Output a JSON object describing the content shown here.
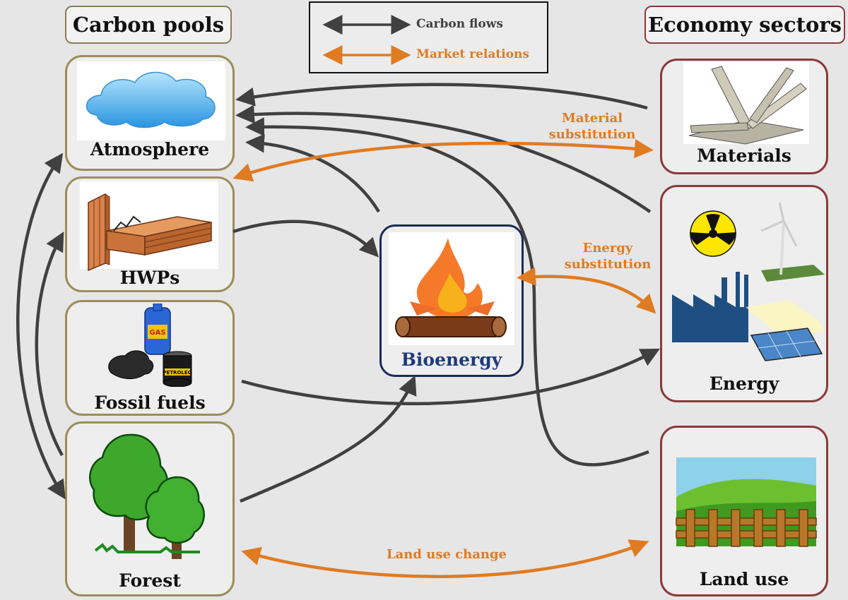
{
  "headers": {
    "carbon_pools": "Carbon pools",
    "economy_sectors": "Economy sectors"
  },
  "legend": {
    "carbon_flows": "Carbon flows",
    "market_relations": "Market relations"
  },
  "pools": {
    "atmosphere": "Atmosphere",
    "hwps": "HWPs",
    "fossil_fuels": "Fossil fuels",
    "forest": "Forest"
  },
  "center": {
    "bioenergy": "Bioenergy"
  },
  "sectors": {
    "materials": "Materials",
    "energy": "Energy",
    "land_use": "Land use"
  },
  "relations": {
    "material_substitution_l1": "Material",
    "material_substitution_l2": "substitution",
    "energy_substitution_l1": "Energy",
    "energy_substitution_l2": "substitution",
    "land_use_change": "Land use change"
  },
  "icon_text": {
    "gas": "GAS",
    "petroleo": "PETROLEO"
  },
  "colors": {
    "carbon_flow": "#404040",
    "market_relation": "#e07b22",
    "pool_border": "#9b8d5c",
    "sector_border": "#8b3a3a",
    "bioenergy_border": "#1a2a5a",
    "bioenergy_text": "#1f3a7a"
  }
}
